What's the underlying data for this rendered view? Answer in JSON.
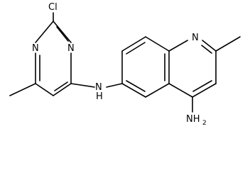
{
  "molecule": {
    "atom_labels": {
      "cl": "Cl",
      "n_pyrimidine_1": "N",
      "n_pyrimidine_2": "N",
      "nh_linker": "N",
      "nh_linker_h": "H",
      "n_quinoline": "N",
      "nh2_n": "NH",
      "nh2_sub": "2"
    },
    "colors": {
      "ink": "#000000",
      "background": "#ffffff"
    }
  }
}
